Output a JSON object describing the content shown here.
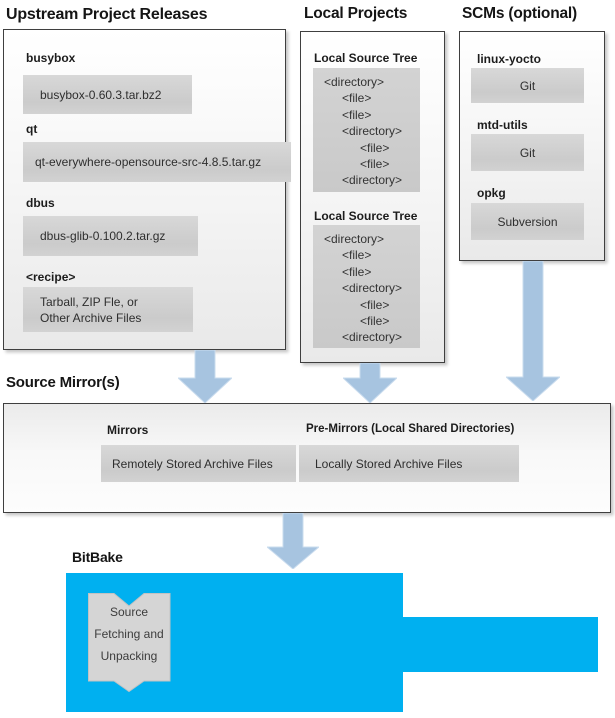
{
  "upstream": {
    "title": "Upstream Project Releases",
    "items": [
      {
        "label": "busybox",
        "value": "busybox-0.60.3.tar.bz2"
      },
      {
        "label": "qt",
        "value": "qt-everywhere-opensource-src-4.8.5.tar.gz"
      },
      {
        "label": "dbus",
        "value": "dbus-glib-0.100.2.tar.gz"
      },
      {
        "label": "<recipe>",
        "value_line1": "Tarball, ZIP Fle, or",
        "value_line2": "Other Archive Files"
      }
    ]
  },
  "local": {
    "title": "Local Projects",
    "trees": [
      {
        "label": "Local Source Tree",
        "lines": [
          "<directory>",
          "<file>",
          "<file>",
          "<directory>",
          "<file>",
          "<file>",
          "<directory>"
        ]
      },
      {
        "label": "Local Source Tree",
        "lines": [
          "<directory>",
          "<file>",
          "<file>",
          "<directory>",
          "<file>",
          "<file>",
          "<directory>"
        ]
      }
    ]
  },
  "scms": {
    "title": "SCMs (optional)",
    "items": [
      {
        "label": "linux-yocto",
        "value": "Git"
      },
      {
        "label": "mtd-utils",
        "value": "Git"
      },
      {
        "label": "opkg",
        "value": "Subversion"
      }
    ]
  },
  "source_mirrors": {
    "title": "Source Mirror(s)",
    "mirrors_label": "Mirrors",
    "mirrors_value": "Remotely Stored Archive Files",
    "premirrors_label": "Pre-Mirrors (Local Shared Directories)",
    "premirrors_value": "Locally Stored Archive Files"
  },
  "bitbake": {
    "title": "BitBake",
    "ribbon_lines": [
      "Source",
      "Fetching and",
      "Unpacking"
    ]
  },
  "colors": {
    "bitbake_blue": "#00b0f0",
    "arrow_fill": "#a7c4e0",
    "arrow_stroke": "#cadcee",
    "item_box_gray": "#cfcfcf"
  }
}
